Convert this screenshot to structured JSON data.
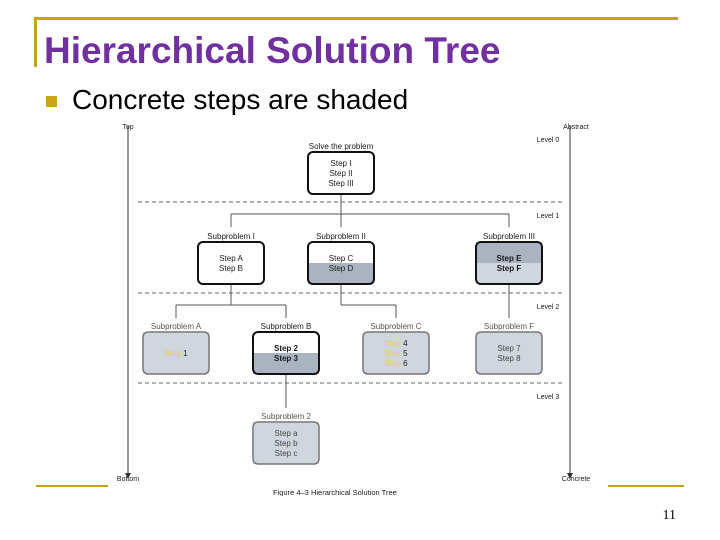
{
  "slide": {
    "title": "Hierarchical Solution Tree",
    "bullet": "Concrete steps are shaded",
    "page_number": "11",
    "accent_color": "#c9a418",
    "title_color": "#7030a0"
  },
  "figure": {
    "caption": "Figure 4–3   Hierarchical Solution Tree",
    "axis": {
      "top": "Top",
      "bottom": "Bottom",
      "abstract": "Abstract",
      "concrete": "Concrete"
    },
    "levels": [
      "Level 0",
      "Level 1",
      "Level 2",
      "Level 3"
    ],
    "colors": {
      "shaded": "#a9b4c0",
      "light": "#d0d6dd",
      "white": "#ffffff",
      "highlight": "#e8d23a"
    },
    "nodes": {
      "root": {
        "label": "Solve the problem",
        "steps": [
          "Step I",
          "Step II",
          "Step III"
        ]
      },
      "sub1": {
        "label": "Subproblem I",
        "steps": [
          "Step A",
          "Step B"
        ]
      },
      "sub2": {
        "label": "Subproblem II",
        "steps": [
          "Step C",
          "Step D"
        ]
      },
      "sub3": {
        "label": "Subproblem III",
        "steps": [
          "Step E",
          "Step F"
        ]
      },
      "subA": {
        "label": "Subproblem A",
        "steps": [
          "Step 1"
        ]
      },
      "subB": {
        "label": "Subproblem B",
        "steps": [
          "Step 2",
          "Step 3"
        ]
      },
      "subC": {
        "label": "Subproblem C",
        "steps": [
          "Step 4",
          "Step 5",
          "Step 6"
        ]
      },
      "subF": {
        "label": "Subproblem F",
        "steps": [
          "Step 7",
          "Step 8"
        ]
      },
      "sub2b": {
        "label": "Subproblem 2",
        "steps": [
          "Step a",
          "Step b",
          "Step c"
        ]
      }
    }
  }
}
